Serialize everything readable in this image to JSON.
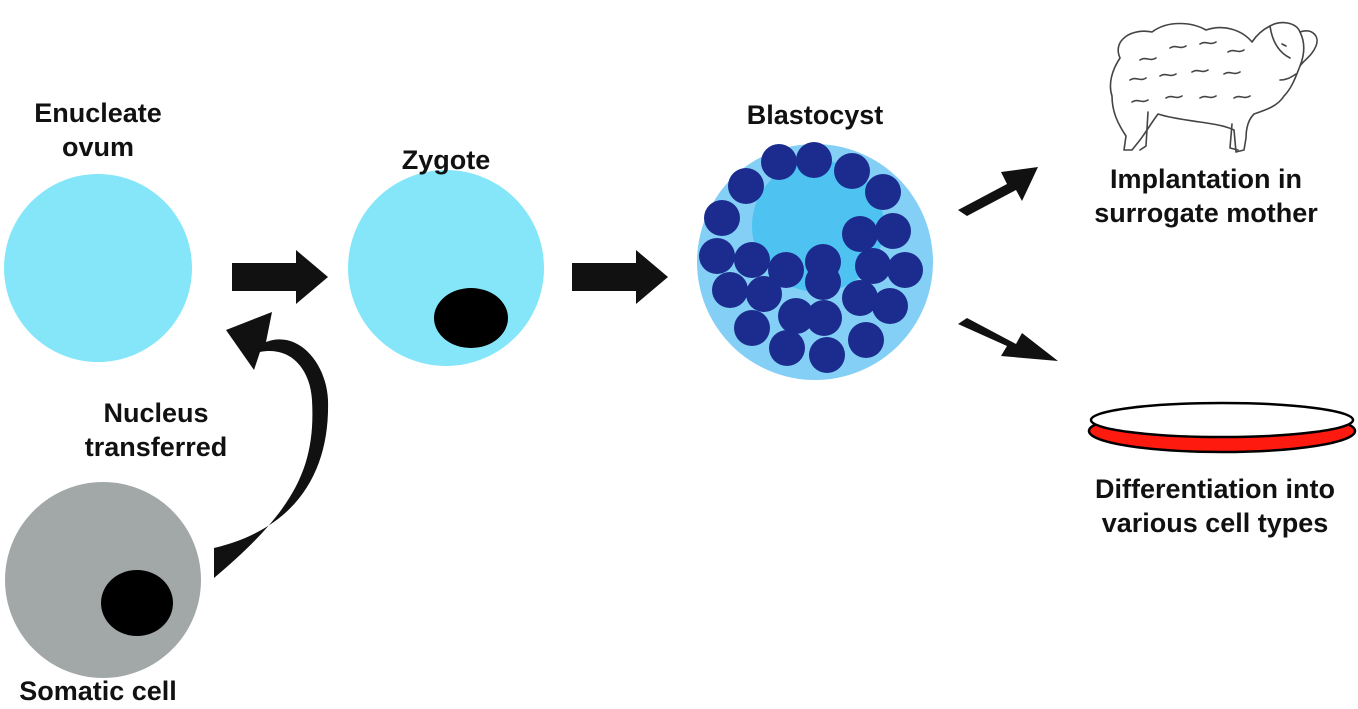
{
  "labels": {
    "enucleate_ovum": [
      "Enucleate",
      "ovum"
    ],
    "zygote": "Zygote",
    "blastocyst": "Blastocyst",
    "nucleus_transferred": [
      "Nucleus",
      "transferred"
    ],
    "somatic_cell": "Somatic cell",
    "implantation": [
      "Implantation in",
      "surrogate mother"
    ],
    "differentiation": [
      "Differentiation into",
      "various cell types"
    ]
  },
  "icons": [
    "sheep-icon",
    "petri-dish-icon"
  ],
  "colors": {
    "ovum": "#84e6f8",
    "somatic": "#a2a8a8",
    "nucleus": "#000000",
    "blastocyst_outer": "#84cff5",
    "blastocyst_inner": "#4ec2f0",
    "blastomere": "#1b2c8e",
    "dish_red": "#ff1a10",
    "arrow": "#111111"
  }
}
